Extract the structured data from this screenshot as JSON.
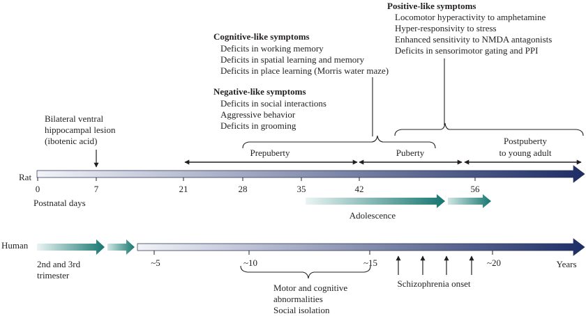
{
  "positive": {
    "heading": "Positive-like symptoms",
    "items": [
      "Locomotor hyperactivity to amphetamine",
      "Hyper-responsivity to stress",
      "Enhanced sensitivity to NMDA antagonists",
      "Deficits in sensorimotor gating and PPI"
    ]
  },
  "cognitive": {
    "heading": "Cognitive-like symptoms",
    "items": [
      "Deficits in working memory",
      "Deficits in spatial learning and memory",
      "Deficits in place learning (Morris water maze)"
    ]
  },
  "negative": {
    "heading": "Negative-like symptoms",
    "items": [
      "Deficits in social interactions",
      "Aggressive behavior",
      "Deficits in grooming"
    ]
  },
  "lesion": {
    "lines": [
      "Bilateral ventral",
      "hippocampal lesion",
      "(ibotenic acid)"
    ]
  },
  "periods": {
    "prepuberty": "Prepuberty",
    "puberty": "Puberty",
    "postpuberty": [
      "Postpuberty",
      "to young adult"
    ]
  },
  "rat": {
    "label": "Rat",
    "ticks": [
      "0",
      "7",
      "21",
      "28",
      "35",
      "42",
      "56"
    ],
    "axis_label": "Postnatal days",
    "adolescence": "Adolescence"
  },
  "human": {
    "label": "Human",
    "trimester": [
      "2nd and 3rd",
      "trimester"
    ],
    "ticks": [
      "~5",
      "~10",
      "~15",
      "~20"
    ],
    "years": "Years",
    "abnormalities": [
      "Motor and cognitive",
      "abnormalities",
      "Social isolation"
    ],
    "onset": "Schizophrenia onset"
  },
  "colors": {
    "rat_start": "#f2f3f9",
    "rat_end": "#1d2d66",
    "teal_start": "#eaf4f3",
    "teal_end": "#177670",
    "ink": "#231f20"
  }
}
